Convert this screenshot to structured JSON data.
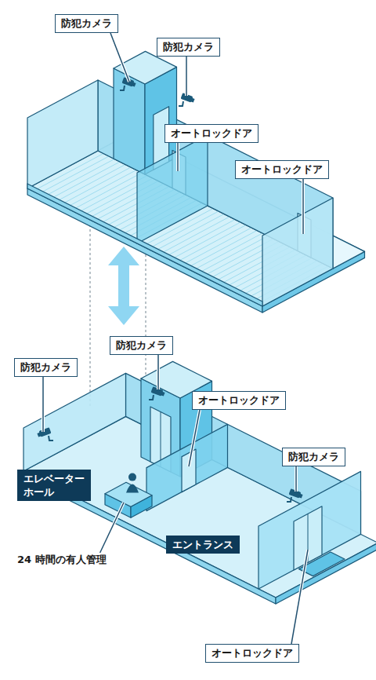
{
  "diagram": {
    "nodes": [
      {
        "text": [
          "防犯カメラ"
        ]
      },
      {
        "text": [
          "防犯カメラ"
        ]
      },
      {
        "text": [
          "オートロックドア"
        ]
      },
      {
        "text": [
          "オートロックドア"
        ]
      },
      {
        "text": [
          "防犯カメラ"
        ]
      },
      {
        "text": [
          "防犯カメラ"
        ]
      },
      {
        "text": [
          "オートロックドア"
        ]
      },
      {
        "text": [
          "防犯カメラ"
        ]
      },
      {
        "text": [
          "エレベーター ホール"
        ]
      },
      {
        "text": [
          "エントランス"
        ]
      },
      {
        "text": [
          "オートロックドア"
        ]
      }
    ],
    "labels": [
      "24 時間の有人管理"
    ]
  }
}
